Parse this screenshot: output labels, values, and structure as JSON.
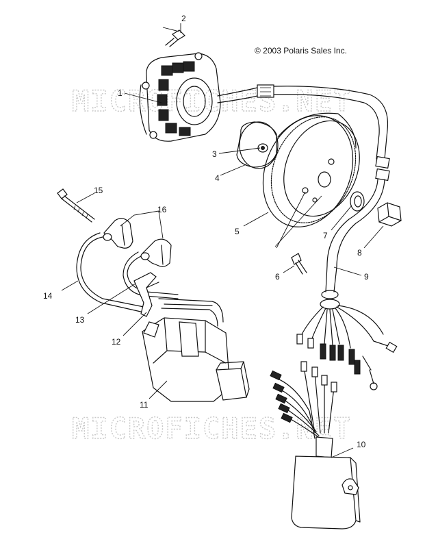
{
  "copyright": "© 2003 Polaris Sales Inc.",
  "watermarks": [
    "MICROFICHES.NET",
    "MICROFICHES.NET"
  ],
  "callouts": [
    "1",
    "2",
    "3",
    "4",
    "5",
    "6",
    "7",
    "8",
    "9",
    "10",
    "11",
    "12",
    "13",
    "14",
    "15",
    "16"
  ]
}
